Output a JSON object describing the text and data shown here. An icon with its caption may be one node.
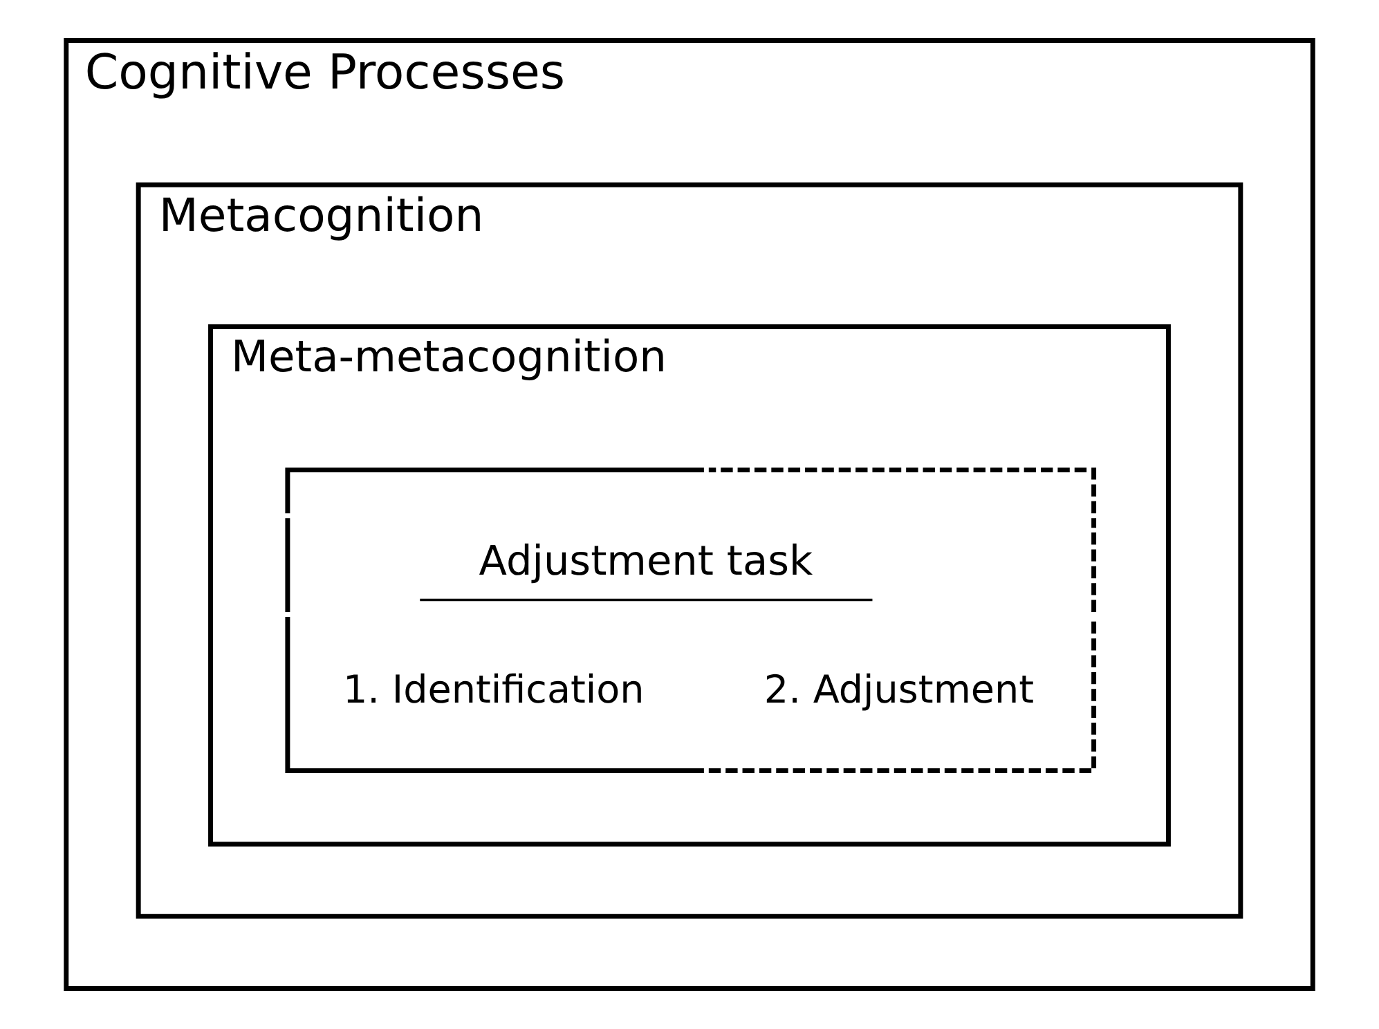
{
  "diagram": {
    "nodes": [
      {
        "text": [
          "Cognitive Processes"
        ]
      },
      {
        "text": [
          "Metacognition"
        ],
        "in": 0
      },
      {
        "text": [
          "Meta-metacognition"
        ],
        "in": 1
      },
      {
        "text": [
          "Adjustment task",
          "1. Identification",
          "2. Adjustment"
        ],
        "in": 2
      }
    ]
  }
}
